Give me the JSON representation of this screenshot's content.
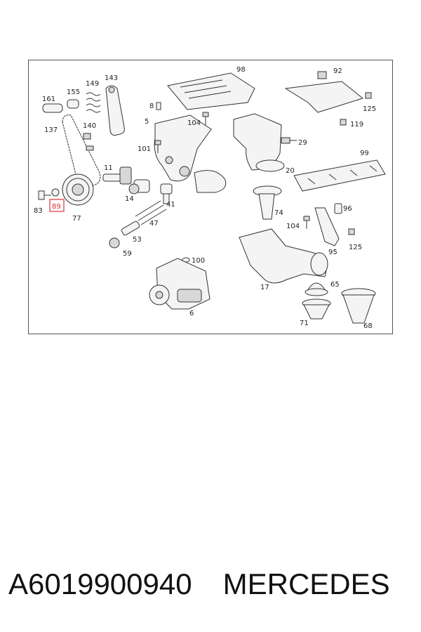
{
  "diagram": {
    "highlight_color": "#dd3333",
    "highlighted_part": "89",
    "labels": [
      "161",
      "155",
      "149",
      "143",
      "98",
      "92",
      "137",
      "140",
      "8",
      "5",
      "104",
      "125",
      "119",
      "101",
      "29",
      "99",
      "11",
      "20",
      "14",
      "41",
      "83",
      "89",
      "77",
      "74",
      "96",
      "47",
      "104",
      "53",
      "125",
      "95",
      "59",
      "100",
      "17",
      "65",
      "6",
      "71",
      "68"
    ]
  },
  "caption": {
    "part_number": "A6019900940",
    "brand": "MERCEDES"
  }
}
